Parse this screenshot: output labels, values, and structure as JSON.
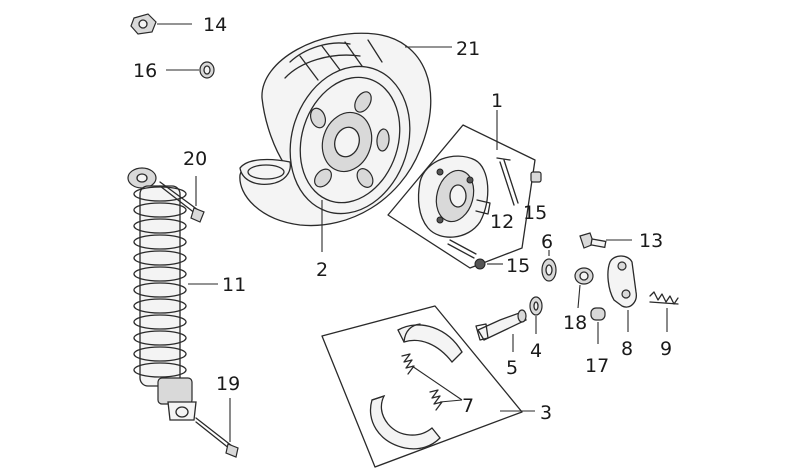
{
  "diagram": {
    "labels": {
      "p1": "1",
      "p2": "2",
      "p3": "3",
      "p4": "4",
      "p5": "5",
      "p6": "6",
      "p7": "7",
      "p8": "8",
      "p9": "9",
      "p11": "11",
      "p12": "12",
      "p13": "13",
      "p14": "14",
      "p15a": "15",
      "p15b": "15",
      "p16": "16",
      "p17": "17",
      "p18": "18",
      "p19": "19",
      "p20": "20",
      "p21": "21"
    }
  }
}
